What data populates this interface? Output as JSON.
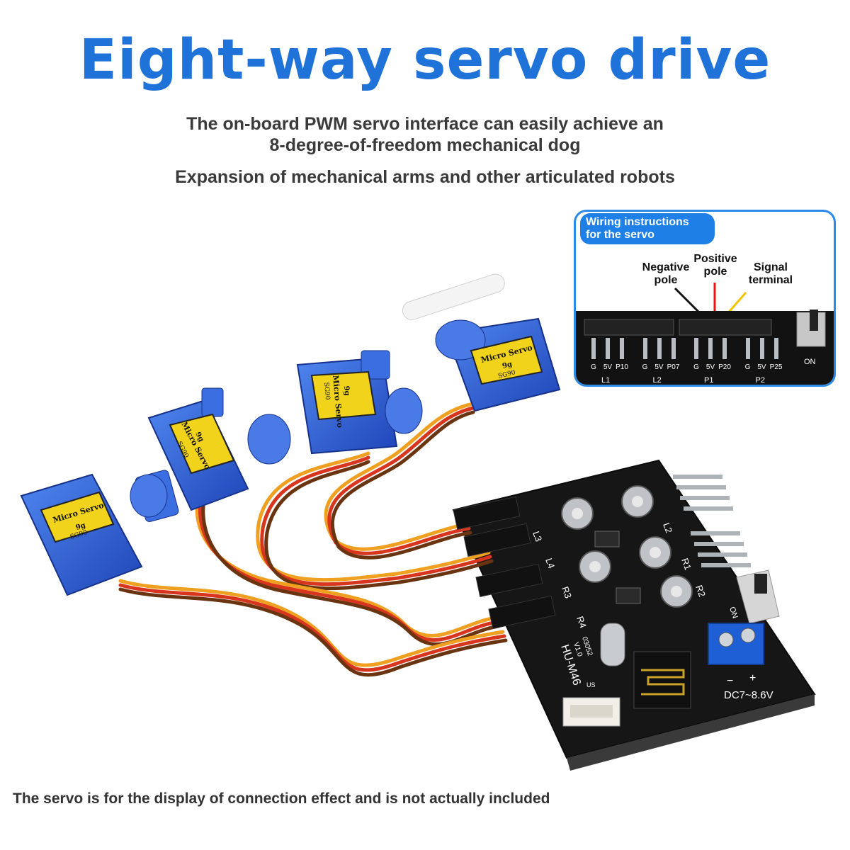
{
  "header": {
    "title": "Eight-way servo drive",
    "subtitle_line1": "The on-board PWM servo interface can easily achieve an",
    "subtitle_line2": "8-degree-of-freedom mechanical dog",
    "subtitle_line3": "Expansion of mechanical arms and other articulated robots"
  },
  "inset": {
    "tag_line1": "Wiring instructions",
    "tag_line2": "for the servo",
    "negative_line1": "Negative",
    "negative_line2": "pole",
    "positive_line1": "Positive",
    "positive_line2": "pole",
    "signal_line1": "Signal",
    "signal_line2": "terminal",
    "pins": [
      "G",
      "5V",
      "P10",
      "G",
      "5V",
      "P07",
      "G",
      "5V",
      "P20",
      "G",
      "5V",
      "P25"
    ],
    "port_labels": [
      "L1",
      "L2",
      "P1",
      "P2"
    ],
    "switch_label": "ON"
  },
  "servo": {
    "label_line1": "Micro Servo",
    "label_line2": "9g",
    "model": "SG90"
  },
  "board": {
    "port_labels": [
      "L3",
      "L4",
      "R3",
      "R4",
      "L2",
      "R1",
      "R2"
    ],
    "model": "HU-M46",
    "version": "V1.0",
    "code": "03052",
    "power_label": "DC7~8.6V",
    "minus": "−",
    "plus": "+",
    "switch_label": "ON",
    "usb_label": "US"
  },
  "footer": {
    "note": "The servo is for the display of connection effect and is not actually included"
  },
  "colors": {
    "title": "#1e72d8",
    "servo_body": "#2f5fd0",
    "board": "#141414",
    "wire_orange": "#f0a020",
    "wire_red": "#d8351f",
    "wire_brown": "#6b3410",
    "inset_border": "#2a8ae6"
  }
}
